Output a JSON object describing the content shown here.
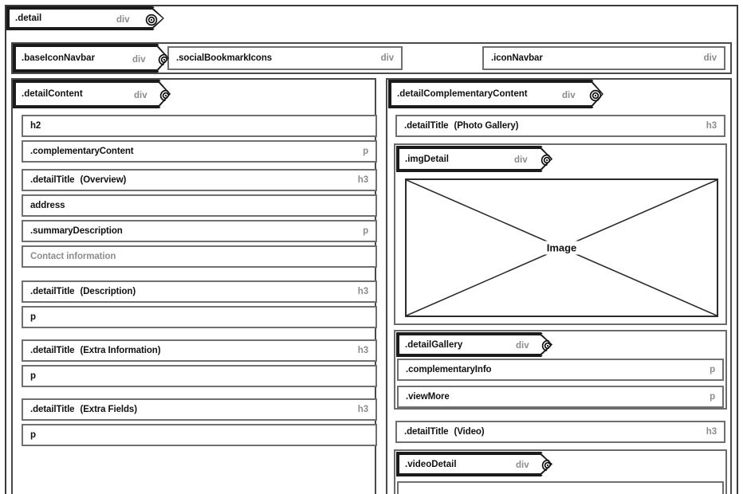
{
  "diagram": {
    "title": ".detail",
    "kind": "html-structure-wireframe"
  },
  "root": {
    "tag": {
      "name": ".detail",
      "type": "div",
      "icon": "bullseye-icon"
    }
  },
  "navbar_section": {
    "tag": {
      "name": ".baseIconNavbar",
      "type": "div",
      "icon": "bullseye-icon"
    },
    "children": [
      {
        "name": ".socialBookmarkIcons",
        "type": "div"
      },
      {
        "name": ".iconNavbar",
        "type": "div"
      }
    ]
  },
  "detail_content": {
    "tag": {
      "name": ".detailContent",
      "type": "div",
      "icon": "bullseye-icon"
    },
    "groups": [
      {
        "rows": [
          {
            "name": "h2",
            "sub": "",
            "type": "",
            "muted": false
          },
          {
            "name": ".complementaryContent",
            "sub": "",
            "type": "p",
            "muted": false
          }
        ]
      },
      {
        "rows": [
          {
            "name": ".detailTitle",
            "sub": "(Overview)",
            "type": "h3",
            "muted": false
          },
          {
            "name": "address",
            "sub": "",
            "type": "",
            "muted": false
          },
          {
            "name": ".summaryDescription",
            "sub": "",
            "type": "p",
            "muted": false
          },
          {
            "name": "Contact information",
            "sub": "",
            "type": "",
            "muted": true
          }
        ]
      },
      {
        "rows": [
          {
            "name": ".detailTitle",
            "sub": "(Description)",
            "type": "h3",
            "muted": false
          },
          {
            "name": "p",
            "sub": "",
            "type": "",
            "muted": false
          }
        ]
      },
      {
        "rows": [
          {
            "name": ".detailTitle",
            "sub": "(Extra Information)",
            "type": "h3",
            "muted": false
          },
          {
            "name": "p",
            "sub": "",
            "type": "",
            "muted": false
          }
        ]
      },
      {
        "rows": [
          {
            "name": ".detailTitle",
            "sub": "(Extra Fields)",
            "type": "h3",
            "muted": false
          },
          {
            "name": "p",
            "sub": "",
            "type": "",
            "muted": false
          }
        ]
      }
    ]
  },
  "detail_complementary_content": {
    "tag": {
      "name": ".detailComplementaryContent",
      "type": "div",
      "icon": "bullseye-icon"
    },
    "photo_gallery_title": {
      "name": ".detailTitle",
      "sub": "(Photo Gallery)",
      "type": "h3"
    },
    "img_detail": {
      "tag": {
        "name": ".imgDetail",
        "type": "div",
        "icon": "bullseye-icon"
      },
      "placeholder_caption": "Image"
    },
    "detail_gallery": {
      "tag": {
        "name": ".detailGallery",
        "type": "div",
        "icon": "bullseye-icon"
      },
      "rows": [
        {
          "name": ".complementaryInfo",
          "sub": "",
          "type": "p"
        },
        {
          "name": ".viewMore",
          "sub": "",
          "type": "p"
        }
      ]
    },
    "video_title": {
      "name": ".detailTitle",
      "sub": "(Video)",
      "type": "h3"
    },
    "video_detail": {
      "tag": {
        "name": ".videoDetail",
        "type": "div",
        "icon": "bullseye-icon"
      }
    }
  },
  "colors": {
    "stroke_dark": "#1b1b1b",
    "stroke_mid": "#4a4a4a",
    "stroke_light": "#6f6f6f",
    "type_label": "#8c8c8c",
    "muted_text": "#8d8d8d",
    "background": "#ffffff"
  }
}
